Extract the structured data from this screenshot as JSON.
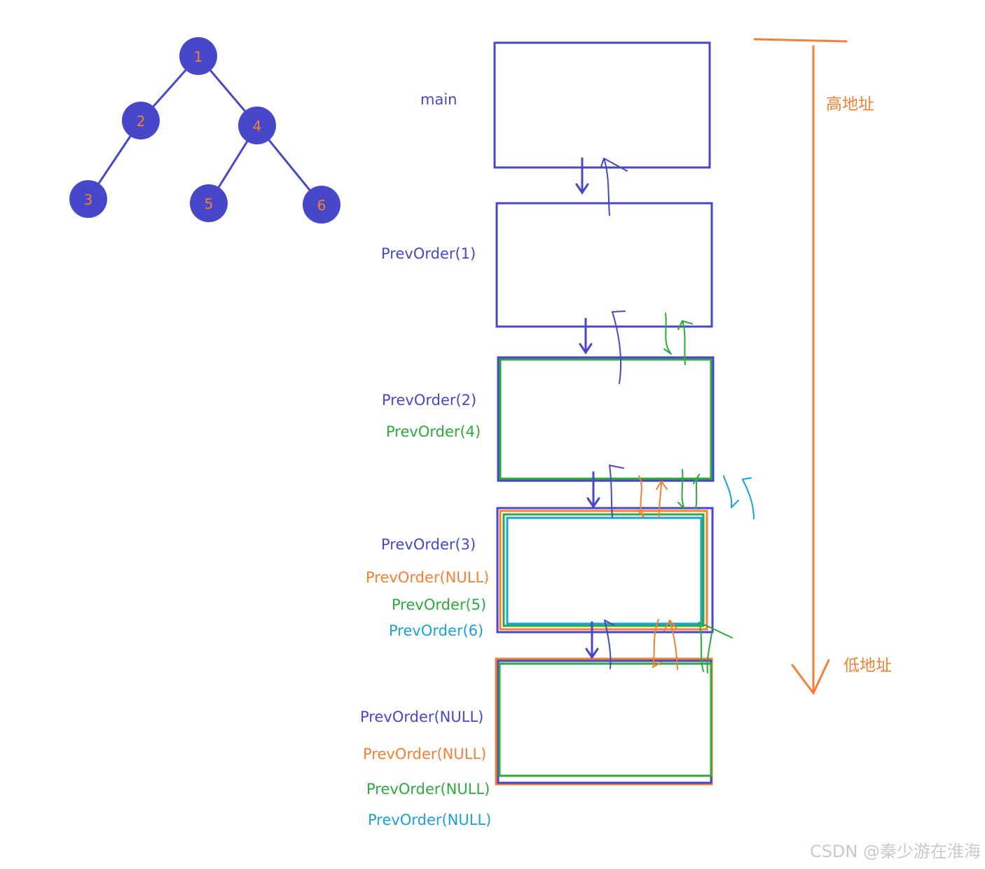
{
  "tree": {
    "nodes": [
      {
        "id": "1",
        "label": "1"
      },
      {
        "id": "2",
        "label": "2"
      },
      {
        "id": "3",
        "label": "3"
      },
      {
        "id": "4",
        "label": "4"
      },
      {
        "id": "5",
        "label": "5"
      },
      {
        "id": "6",
        "label": "6"
      }
    ],
    "node_fill": "#4747c9",
    "node_text_color": "#f57f33"
  },
  "frames": [
    {
      "labels": [
        {
          "text": "main",
          "color": "#4747c9"
        }
      ]
    },
    {
      "labels": [
        {
          "text": "PrevOrder(1)",
          "color": "#4747c9"
        }
      ]
    },
    {
      "labels": [
        {
          "text": "PrevOrder(2)",
          "color": "#4747c9"
        },
        {
          "text": "PrevOrder(4)",
          "color": "#2daa3c"
        }
      ]
    },
    {
      "labels": [
        {
          "text": "PrevOrder(3)",
          "color": "#4747c9"
        },
        {
          "text": "PrevOrder(NULL)",
          "color": "#f57f33"
        },
        {
          "text": "PrevOrder(5)",
          "color": "#2daa3c"
        },
        {
          "text": "PrevOrder(6)",
          "color": "#17a2d8"
        }
      ]
    },
    {
      "labels": [
        {
          "text": "PrevOrder(NULL)",
          "color": "#4747c9"
        },
        {
          "text": "PrevOrder(NULL)",
          "color": "#f57f33"
        },
        {
          "text": "PrevOrder(NULL)",
          "color": "#2daa3c"
        },
        {
          "text": "PrevOrder(NULL)",
          "color": "#17a2d8"
        }
      ]
    }
  ],
  "address_axis": {
    "high_label": "高地址",
    "low_label": "低地址",
    "color": "#f57f33"
  },
  "colors": {
    "blue": "#4747c9",
    "green": "#2daa3c",
    "orange": "#f57f33",
    "cyan": "#17a2d8"
  },
  "watermark": "CSDN @秦少游在淮海"
}
